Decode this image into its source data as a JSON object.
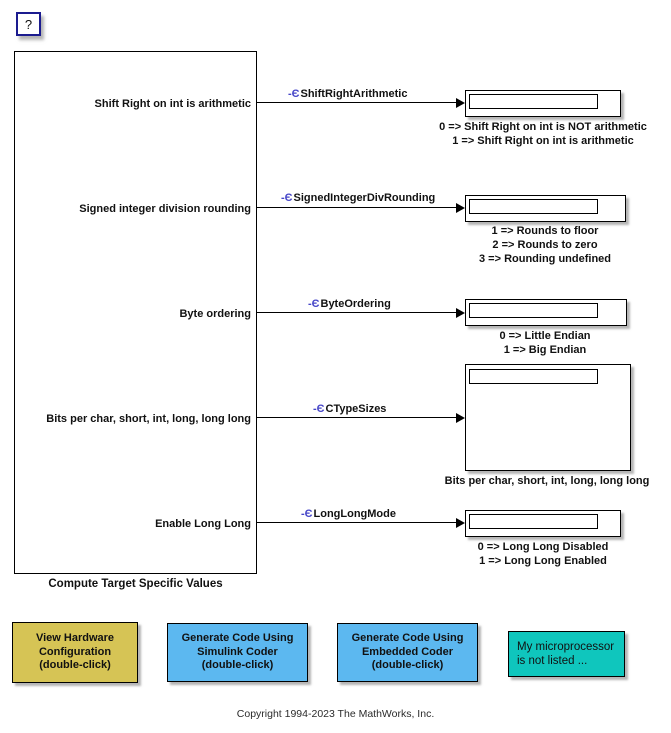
{
  "help_block": {
    "label": "?"
  },
  "subsystem": {
    "label": "Compute Target Specific Values",
    "ports": [
      {
        "label": "Shift Right on int is arithmetic"
      },
      {
        "label": "Signed integer division rounding"
      },
      {
        "label": "Byte ordering"
      },
      {
        "label": "Bits per char, short, int, long, long long"
      },
      {
        "label": "Enable Long Long"
      }
    ]
  },
  "signals": [
    {
      "icon": "-Є",
      "name": "ShiftRightArithmetic"
    },
    {
      "icon": "-Є",
      "name": "SignedIntegerDivRounding"
    },
    {
      "icon": "-Є",
      "name": "ByteOrdering"
    },
    {
      "icon": "-Є",
      "name": "CTypeSizes"
    },
    {
      "icon": "-Є",
      "name": "LongLongMode"
    }
  ],
  "displays": [
    {
      "value": "",
      "annotation": "0 => Shift Right on int is NOT arithmetic\n1 => Shift Right on int is arithmetic"
    },
    {
      "value": "",
      "annotation": "1 => Rounds to floor\n2 => Rounds to zero\n3 => Rounding undefined"
    },
    {
      "value": "",
      "annotation": "0 => Little Endian\n1 => Big Endian"
    },
    {
      "value": "",
      "annotation": "Bits per char, short, int, long, long long"
    },
    {
      "value": "",
      "annotation": "0 => Long Long Disabled\n1 => Long Long Enabled"
    }
  ],
  "buttons": [
    {
      "label": "View Hardware\nConfiguration\n(double-click)",
      "color": "#d6c455"
    },
    {
      "label": "Generate Code Using\nSimulink Coder\n(double-click)",
      "color": "#5cb8f0"
    },
    {
      "label": "Generate Code Using\nEmbedded Coder\n(double-click)",
      "color": "#5cb8f0"
    },
    {
      "label": "My microprocessor\nis not listed ...",
      "color": "#0fc6bd"
    }
  ],
  "copyright": "Copyright 1994-2023 The MathWorks, Inc.",
  "colors": {
    "logging_icon": "#4646c8",
    "help_border": "#1b1b8f",
    "yellow_button": "#d6c455",
    "blue_button": "#5cb8f0",
    "teal_button": "#0fc6bd"
  }
}
